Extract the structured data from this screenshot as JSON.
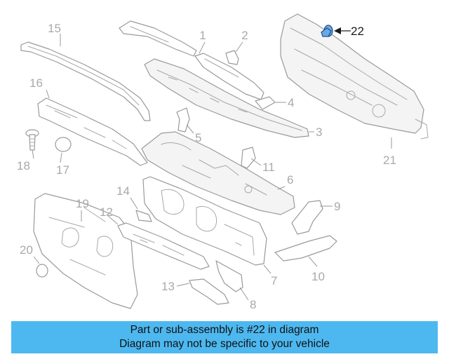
{
  "highlight": {
    "callout": "22",
    "color": "#6aa9e8"
  },
  "callouts": [
    "1",
    "2",
    "3",
    "4",
    "5",
    "6",
    "7",
    "8",
    "9",
    "10",
    "11",
    "12",
    "13",
    "14",
    "15",
    "16",
    "17",
    "18",
    "19",
    "20",
    "21"
  ],
  "banner": {
    "line1": "Part or sub-assembly is #22 in diagram",
    "line2": "Diagram may not be specific to your vehicle",
    "color": "#4db8f0"
  }
}
